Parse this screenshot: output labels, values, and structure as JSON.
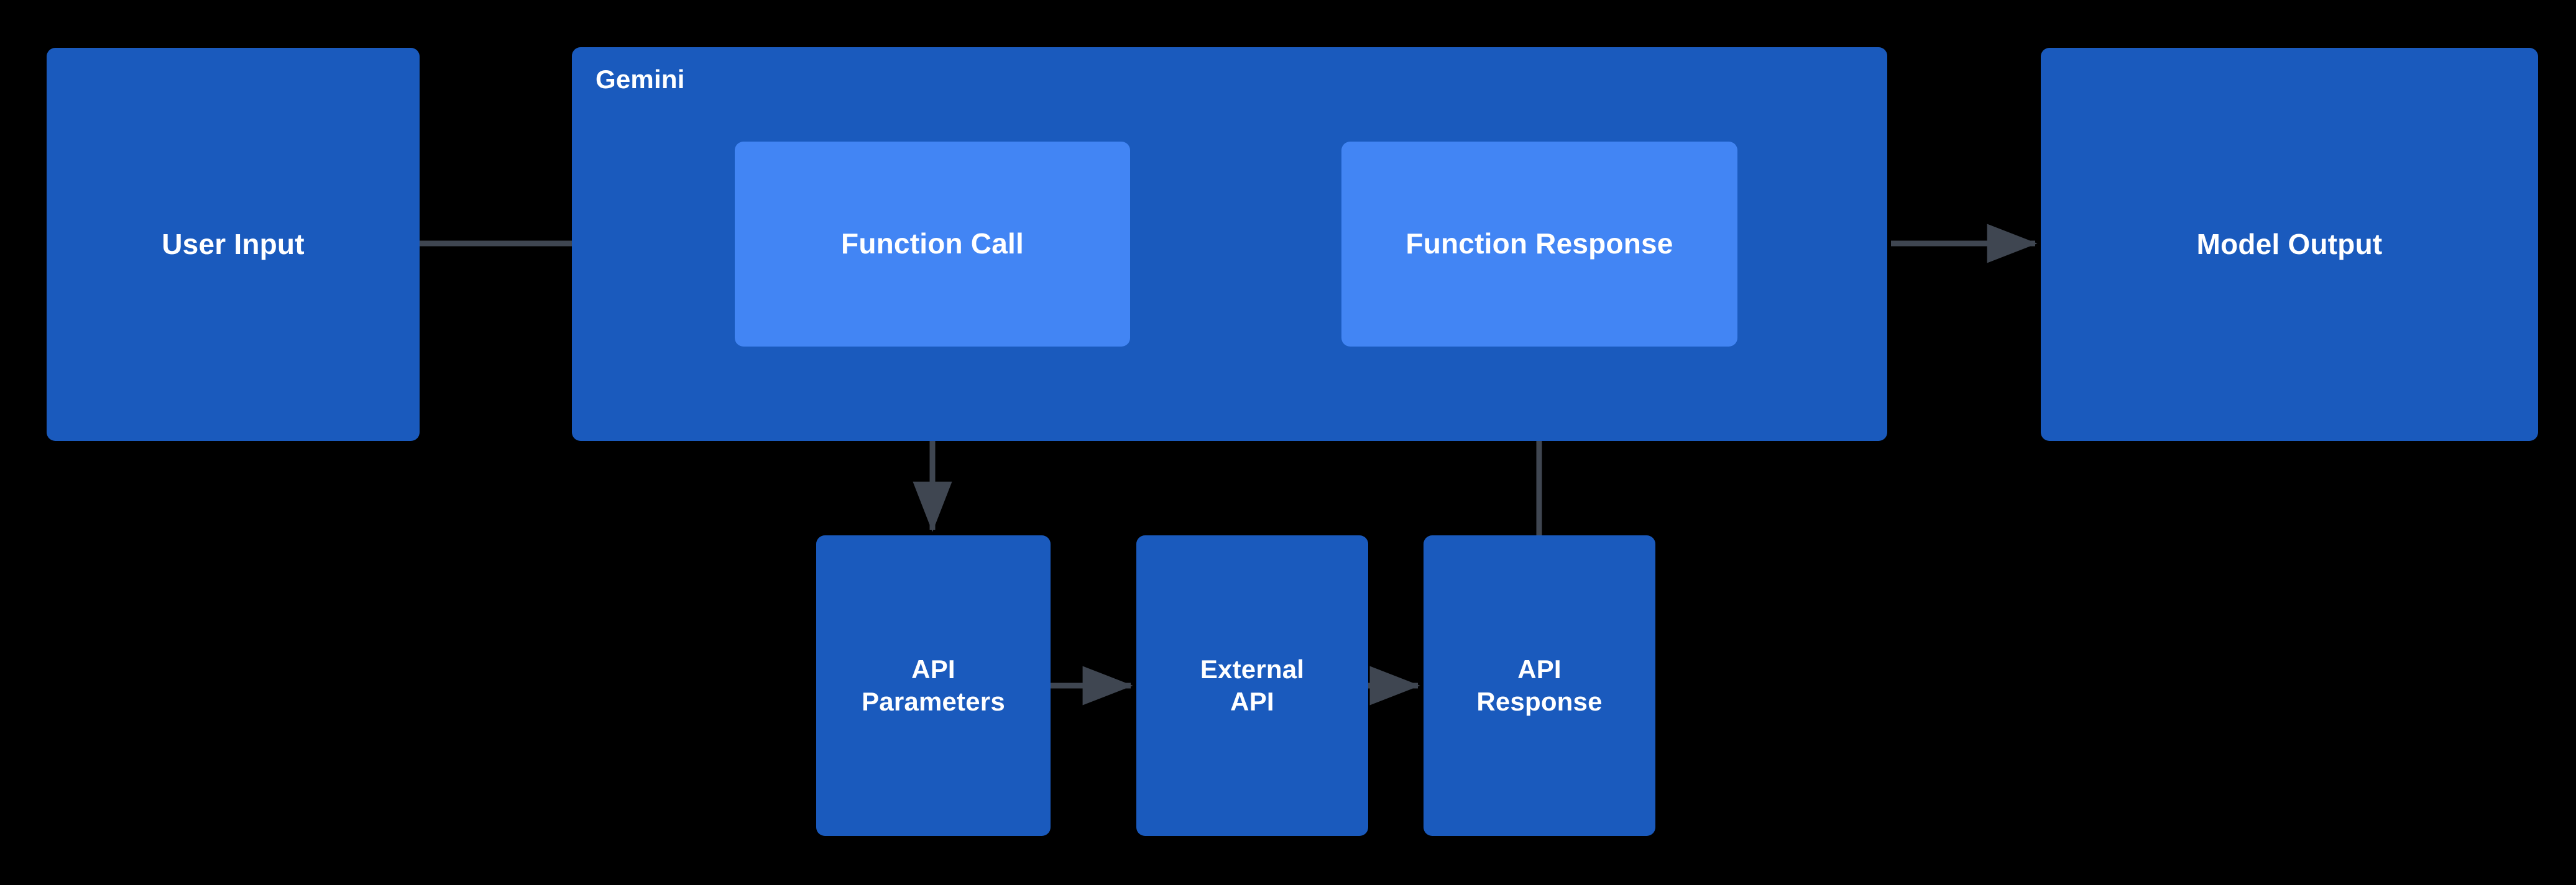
{
  "diagram": {
    "type": "flowchart",
    "title_visible": false,
    "background_color": "#000000",
    "node_fill_primary": "#1a5abd",
    "node_fill_secondary": "#4285f4",
    "node_text_color": "#ffffff",
    "edge_color": "#3f4651"
  },
  "nodes": {
    "user_input": {
      "label": "User Input"
    },
    "model_output": {
      "label": "Model Output"
    },
    "gemini_group": {
      "label": "Gemini"
    },
    "function_call": {
      "label": "Function Call"
    },
    "function_response": {
      "label": "Function Response"
    },
    "api_parameters": {
      "label": "API\nParameters"
    },
    "external_api": {
      "label": "External\nAPI"
    },
    "api_response": {
      "label": "API\nResponse"
    }
  },
  "edges": [
    {
      "id": "e1",
      "from": "user_input",
      "to": "function_call",
      "label": "",
      "direction": "right"
    },
    {
      "id": "e2",
      "from": "gemini_group",
      "to": "model_output",
      "label": "",
      "direction": "right"
    },
    {
      "id": "e3",
      "from": "function_call",
      "to": "api_parameters",
      "label": "",
      "direction": "down"
    },
    {
      "id": "e4",
      "from": "api_parameters",
      "to": "external_api",
      "label": "",
      "direction": "right"
    },
    {
      "id": "e5",
      "from": "external_api",
      "to": "api_response",
      "label": "",
      "direction": "right"
    },
    {
      "id": "e6",
      "from": "api_response",
      "to": "function_response",
      "label": "",
      "direction": "up"
    }
  ]
}
